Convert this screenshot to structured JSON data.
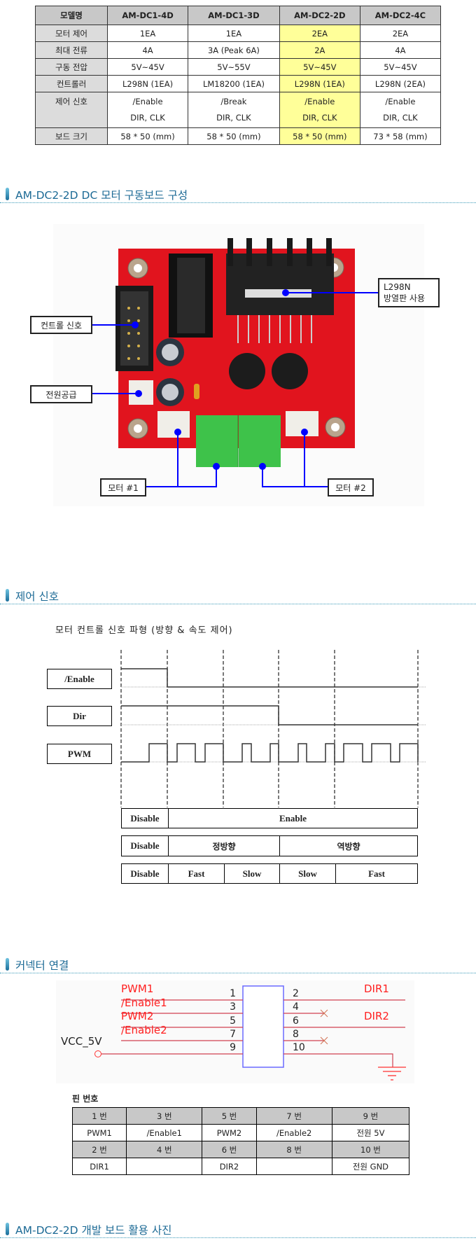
{
  "spec_table": {
    "headers": [
      "모델명",
      "AM-DC1-4D",
      "AM-DC1-3D",
      "AM-DC2-2D",
      "AM-DC2-4C"
    ],
    "rows": [
      {
        "label": "모터 제어",
        "values": [
          "1EA",
          "1EA",
          "2EA",
          "2EA"
        ]
      },
      {
        "label": "최대 전류",
        "values": [
          "4A",
          "3A (Peak 6A)",
          "2A",
          "4A"
        ]
      },
      {
        "label": "구동 전압",
        "values": [
          "5V~45V",
          "5V~55V",
          "5V~45V",
          "5V~45V"
        ]
      },
      {
        "label": "컨트롤러",
        "values": [
          "L298N (1EA)",
          "LM18200 (1EA)",
          "L298N (1EA)",
          "L298N (2EA)"
        ]
      },
      {
        "label": "제어 신호",
        "values": [
          [
            "/Enable",
            "DIR, CLK"
          ],
          [
            "/Break",
            "DIR, CLK"
          ],
          [
            "/Enable",
            "DIR, CLK"
          ],
          [
            "/Enable",
            "DIR, CLK"
          ]
        ]
      },
      {
        "label": "보드 크기",
        "values": [
          "58 * 50 (mm)",
          "58 * 50 (mm)",
          "58 * 50 (mm)",
          "73 * 58 (mm)"
        ]
      }
    ],
    "highlight_column": 3,
    "highlight_color": "#ffff99"
  },
  "sections": {
    "board": "AM-DC2-2D DC 모터 구동보드 구성",
    "control": "제어 신호",
    "connector": "커넥터 연결",
    "photos": "AM-DC2-2D 개발 보드 활용 사진"
  },
  "board_callouts": {
    "control_signal": "컨트롤 신호",
    "power": "전원공급",
    "l298n_line1": "L298N",
    "l298n_line2": "방열판 사용",
    "motor1": "모터 #1",
    "motor2": "모터 #2"
  },
  "timing": {
    "caption": "모터 컨트롤 신호 파형 (방향 & 속도 제어)",
    "signals": [
      "/Enable",
      "Dir",
      "PWM"
    ],
    "bar1": [
      "Disable",
      "Enable"
    ],
    "bar2": [
      "Disable",
      "정방향",
      "역방향"
    ],
    "bar3": [
      "Disable",
      "Fast",
      "Slow",
      "Slow",
      "Fast"
    ]
  },
  "connector": {
    "left_labels": [
      "PWM1",
      "/Enable1",
      "PWM2",
      "/Enable2"
    ],
    "right_labels": [
      "DIR1",
      "DIR2"
    ],
    "vcc_label": "VCC_5V",
    "left_pins": [
      "1",
      "3",
      "5",
      "7",
      "9"
    ],
    "right_pins": [
      "2",
      "4",
      "6",
      "8",
      "10"
    ],
    "signal_color": "#ff2020",
    "pin_table_title": "핀 번호",
    "pin_table": [
      [
        "1 번",
        "3 번",
        "5 번",
        "7 번",
        "9 번"
      ],
      [
        "PWM1",
        "/Enable1",
        "PWM2",
        "/Enable2",
        "전원 5V"
      ],
      [
        "2 번",
        "4 번",
        "6 번",
        "8 번",
        "10 번"
      ],
      [
        "DIR1",
        "",
        "DIR2",
        "",
        "전원 GND"
      ]
    ]
  }
}
